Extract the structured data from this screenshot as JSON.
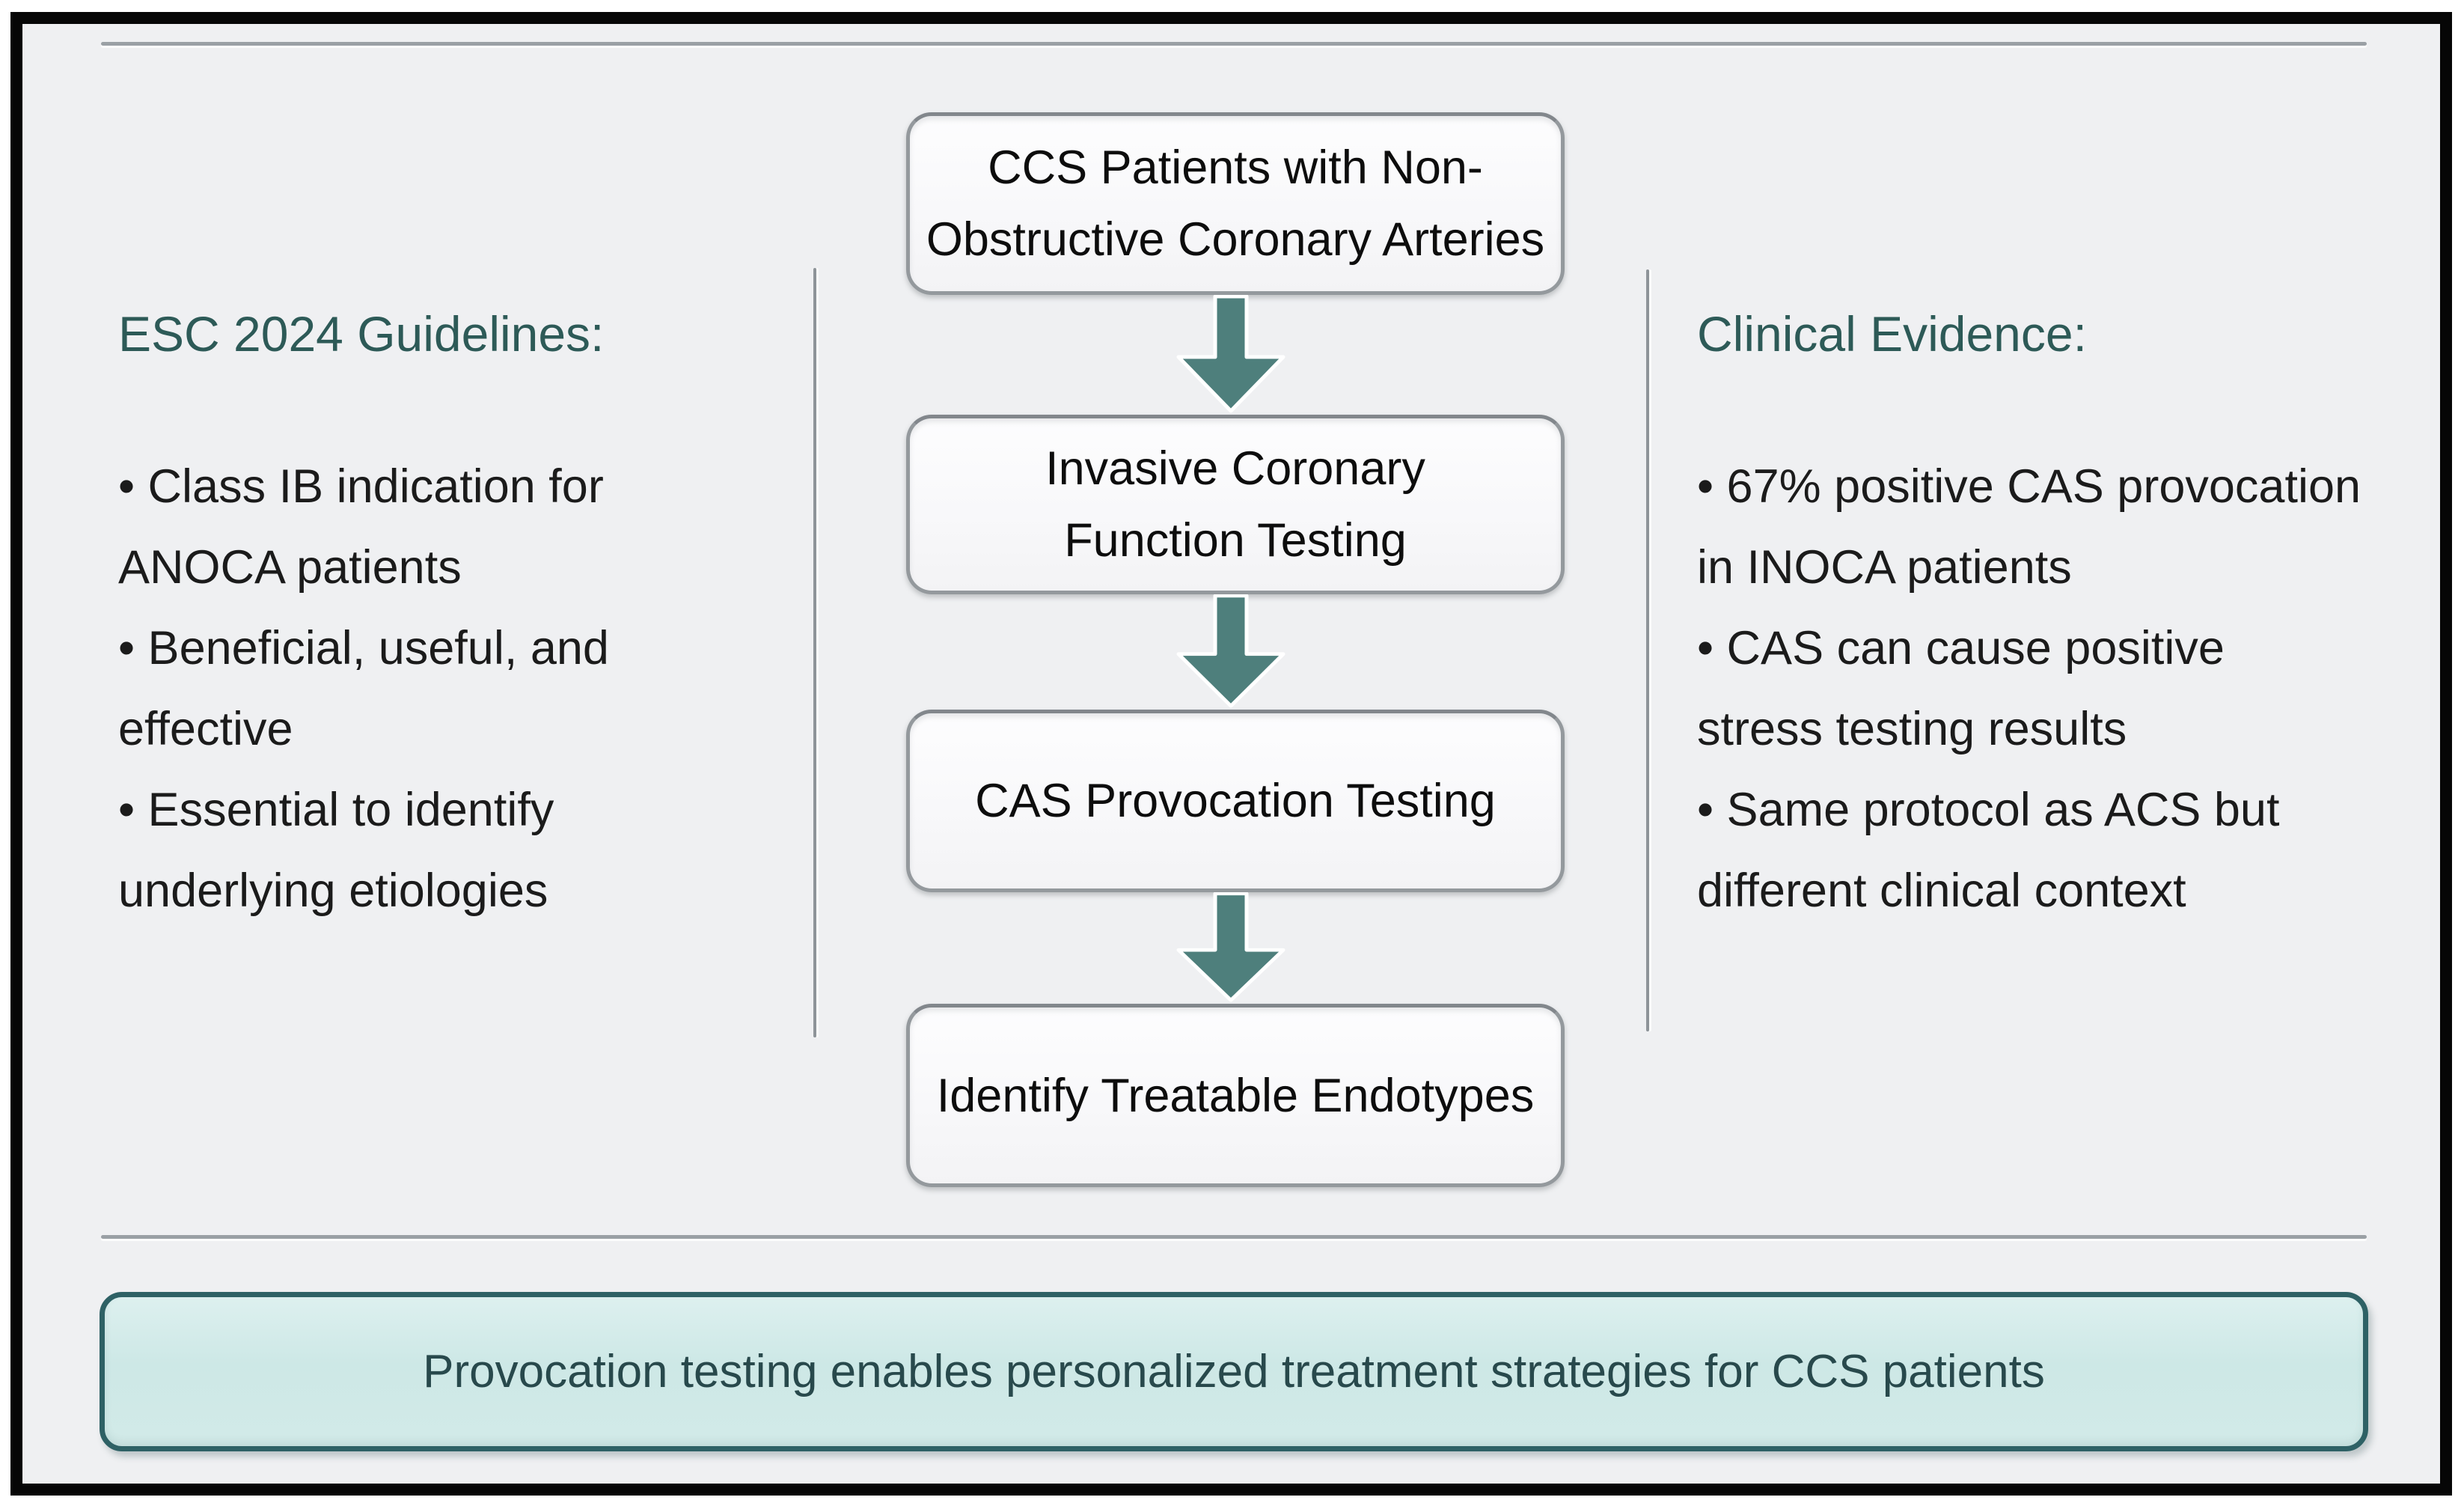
{
  "figure": {
    "type": "flowchart-infographic",
    "colors": {
      "outer_frame": "#060606",
      "canvas_background": "#eff0f2",
      "accent_heading_teal": "#2d5a57",
      "arrow_teal": "#4e7f7c",
      "box_border_gray": "#94999d",
      "box_fill": "#fafafb",
      "divider_gray": "#9aa0a5",
      "banner_fill": "#cde8e6",
      "banner_border": "#2e6165",
      "banner_text": "#28494c",
      "body_text": "#1b1b1b"
    }
  },
  "left_panel": {
    "heading": "ESC 2024 Guidelines:",
    "lines": [
      "• Class IB indication for",
      "ANOCA patients",
      "• Beneficial, useful, and",
      "effective",
      "• Essential to identify",
      "underlying etiologies"
    ]
  },
  "right_panel": {
    "heading": "Clinical Evidence:",
    "lines": [
      "• 67% positive CAS provocation",
      "in INOCA patients",
      "• CAS can cause positive",
      "stress testing results",
      "• Same protocol as ACS but",
      "different clinical context"
    ]
  },
  "flowchart": {
    "boxes": [
      {
        "lines": [
          "CCS Patients with Non-",
          "Obstructive Coronary Arteries"
        ]
      },
      {
        "lines": [
          "Invasive Coronary",
          "Function Testing"
        ]
      },
      {
        "lines": [
          "CAS Provocation Testing"
        ]
      },
      {
        "lines": [
          "Identify Treatable Endotypes"
        ]
      }
    ],
    "connector": "down-arrow"
  },
  "banner": {
    "text": "Provocation testing enables personalized treatment strategies for CCS patients"
  }
}
